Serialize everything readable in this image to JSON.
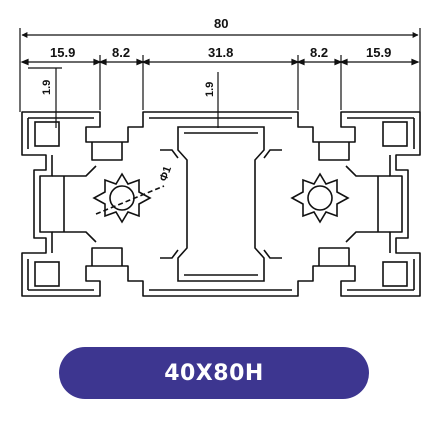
{
  "dimensions": {
    "overall_width": "80",
    "left_edge": "15.9",
    "left_slot": "8.2",
    "center": "31.8",
    "right_slot": "8.2",
    "right_edge": "15.9",
    "left_height": "1.9",
    "center_height": "1.9",
    "bore_diameter": "Φ1"
  },
  "profile_label": "40X80H",
  "colors": {
    "line": "#111111",
    "pill": "#3d3690",
    "pill_text": "#ffffff"
  }
}
